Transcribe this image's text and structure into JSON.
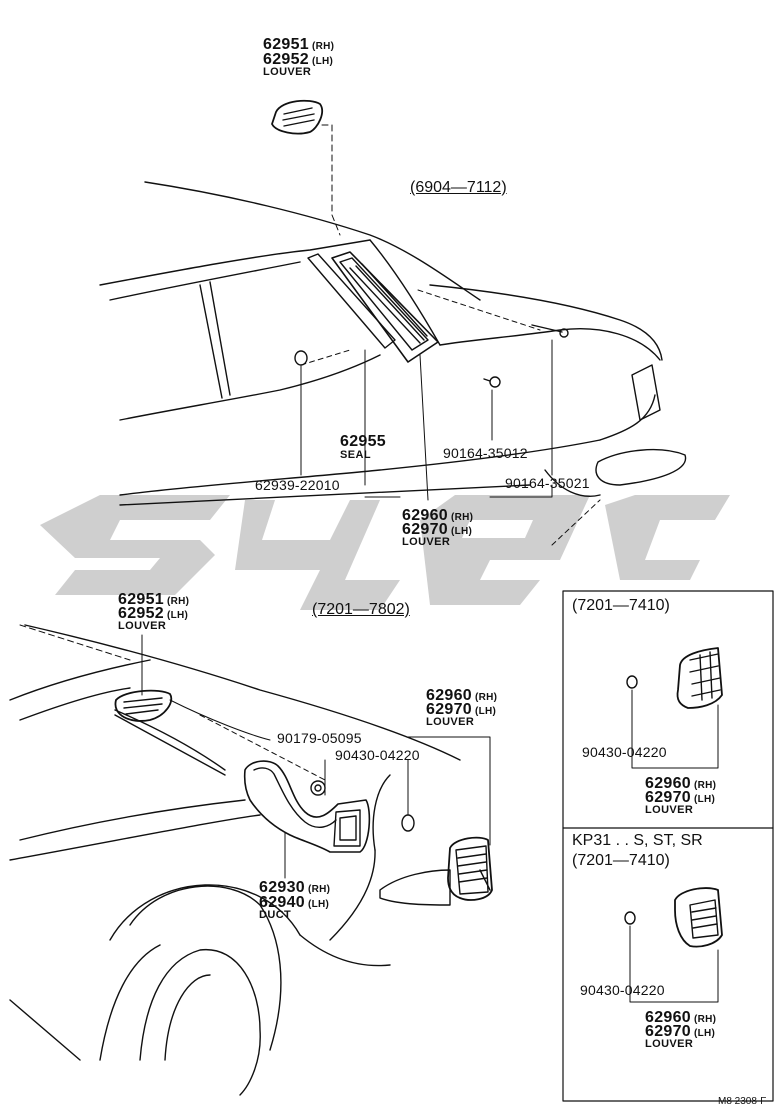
{
  "diagram": {
    "top_section": {
      "period": "(6904—7112)",
      "louver_top": {
        "rh": "62951",
        "rh_side": "(RH)",
        "lh": "62952",
        "lh_side": "(LH)",
        "name": "LOUVER"
      },
      "seal": {
        "pn": "62955",
        "name": "SEAL"
      },
      "clip": {
        "pn": "62939-22010"
      },
      "screw1": {
        "pn": "90164-35012"
      },
      "screw2": {
        "pn": "90164-35021"
      },
      "louver_bottom": {
        "rh": "62960",
        "rh_side": "(RH)",
        "lh": "62970",
        "lh_side": "(LH)",
        "name": "LOUVER"
      }
    },
    "bottom_section": {
      "period": "(7201—7802)",
      "louver_top": {
        "rh": "62951",
        "rh_side": "(RH)",
        "lh": "62952",
        "lh_side": "(LH)",
        "name": "LOUVER"
      },
      "louver_side": {
        "rh": "62960",
        "rh_side": "(RH)",
        "lh": "62970",
        "lh_side": "(LH)",
        "name": "LOUVER"
      },
      "screw": {
        "pn": "90179-05095"
      },
      "nut": {
        "pn": "90430-04220"
      },
      "duct": {
        "rh": "62930",
        "rh_side": "(RH)",
        "lh": "62940",
        "lh_side": "(LH)",
        "name": "DUCT"
      }
    },
    "inset_a": {
      "period": "(7201—7410)",
      "nut": {
        "pn": "90430-04220"
      },
      "louver": {
        "rh": "62960",
        "rh_side": "(RH)",
        "lh": "62970",
        "lh_side": "(LH)",
        "name": "LOUVER"
      }
    },
    "inset_b": {
      "model": "KP31 . . S, ST, SR",
      "period": "(7201—7410)",
      "nut": {
        "pn": "90430-04220"
      },
      "louver": {
        "rh": "62960",
        "rh_side": "(RH)",
        "lh": "62970",
        "lh_side": "(LH)",
        "name": "LOUVER"
      }
    },
    "drawing_code": "M8 2308-F"
  }
}
